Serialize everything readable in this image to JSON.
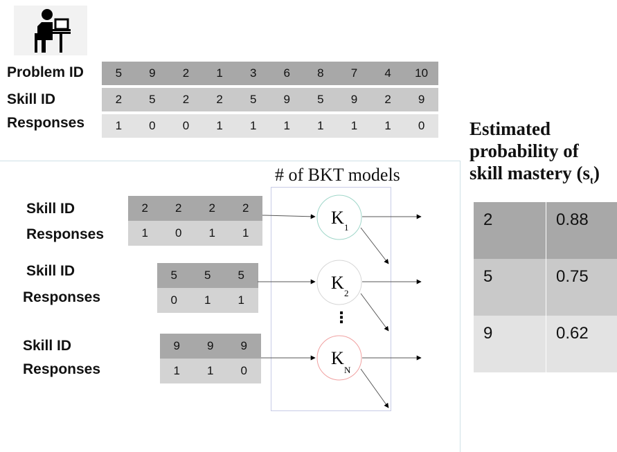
{
  "top_table": {
    "labels": {
      "problem": "Problem ID",
      "skill": "Skill ID",
      "responses": "Responses"
    },
    "problem_ids": [
      "5",
      "9",
      "2",
      "1",
      "3",
      "6",
      "8",
      "7",
      "4",
      "10"
    ],
    "skill_ids": [
      "2",
      "5",
      "2",
      "2",
      "5",
      "9",
      "5",
      "9",
      "2",
      "9"
    ],
    "responses": [
      "1",
      "0",
      "0",
      "1",
      "1",
      "1",
      "1",
      "1",
      "1",
      "0"
    ]
  },
  "bkt": {
    "title": "# of BKT models",
    "models": [
      {
        "letter": "K",
        "sub": "1",
        "stroke": "#9fd6c9"
      },
      {
        "letter": "K",
        "sub": "2",
        "stroke": "#d6d6d6"
      },
      {
        "letter": "K",
        "sub": "N",
        "stroke": "#f0a0a0"
      }
    ],
    "ellipsis": "⋮"
  },
  "groups": [
    {
      "skill_label": "Skill ID",
      "responses_label": "Responses",
      "skills": [
        "2",
        "2",
        "2",
        "2"
      ],
      "responses": [
        "1",
        "0",
        "1",
        "1"
      ]
    },
    {
      "skill_label": "Skill ID",
      "responses_label": "Responses",
      "skills": [
        "5",
        "5",
        "5"
      ],
      "responses": [
        "0",
        "1",
        "1"
      ]
    },
    {
      "skill_label": "Skill ID",
      "responses_label": "Responses",
      "skills": [
        "9",
        "9",
        "9"
      ],
      "responses": [
        "1",
        "1",
        "0"
      ]
    }
  ],
  "estimate": {
    "title_lines": [
      "Estimated",
      "probability of",
      "skill mastery (s"
    ],
    "title_sub": "t",
    "title_close": ")",
    "rows": [
      {
        "skill": "2",
        "prob": "0.88",
        "color": "#a8a8a8"
      },
      {
        "skill": "5",
        "prob": "0.75",
        "color": "#c9c9c9"
      },
      {
        "skill": "9",
        "prob": "0.62",
        "color": "#e3e3e3"
      }
    ]
  }
}
